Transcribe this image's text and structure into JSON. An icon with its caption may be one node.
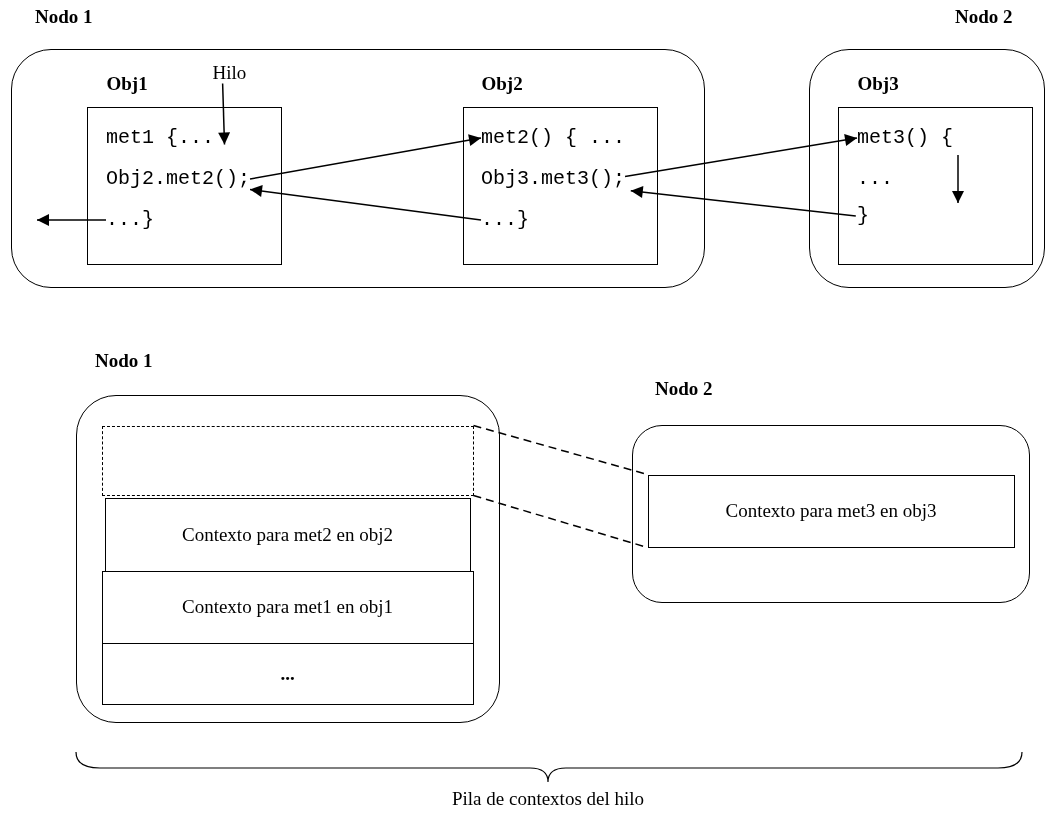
{
  "diagram": {
    "nodes": [
      {
        "text": [
          "Nodo 1"
        ]
      },
      {
        "text": [
          "Obj1"
        ],
        "in": 0
      },
      {
        "text": [
          "met1 {..."
        ],
        "in": 1
      },
      {
        "text": [
          "Obj2.met2();"
        ],
        "in": 1
      },
      {
        "text": [
          "...}"
        ],
        "in": 1
      },
      {
        "text": [
          "Obj2"
        ],
        "in": 0
      },
      {
        "text": [
          "met2() { ..."
        ],
        "in": 5
      },
      {
        "text": [
          "Obj3.met3();"
        ],
        "in": 5
      },
      {
        "text": [
          "...}"
        ],
        "in": 5
      },
      {
        "text": [
          "Nodo 2"
        ]
      },
      {
        "text": [
          "Obj3"
        ],
        "in": 9
      },
      {
        "text": [
          "met3() {"
        ],
        "in": 10
      },
      {
        "text": [
          "..."
        ],
        "in": 10
      },
      {
        "text": [
          "}"
        ],
        "in": 10
      },
      {
        "text": [
          "Hilo"
        ],
        "in": 0
      },
      {
        "text": [
          "Nodo 1"
        ]
      },
      {
        "text": [],
        "shape": "box",
        "in": 15
      },
      {
        "text": [
          "Contexto para met2 en obj2"
        ],
        "in": 15
      },
      {
        "text": [
          "Contexto para met1 en obj1"
        ],
        "in": 15
      },
      {
        "text": [
          "..."
        ],
        "in": 15
      },
      {
        "text": [
          "Nodo 2"
        ]
      },
      {
        "text": [
          "Contexto para met3 en obj3"
        ],
        "in": 20
      }
    ],
    "edges": [
      {
        "from": 14,
        "to": 2,
        "arrow": "to"
      },
      {
        "from": 3,
        "to": 6,
        "arrow": "to"
      },
      {
        "from": 7,
        "to": 11,
        "arrow": "to"
      },
      {
        "from": 13,
        "to": 7,
        "arrow": "to"
      },
      {
        "from": 8,
        "to": 3,
        "arrow": "to"
      },
      {
        "from": 4,
        "to": null,
        "arrow": "to"
      },
      {
        "from": 16,
        "to": 21,
        "arrow": "none",
        "style": "dashed"
      },
      {
        "from": 16,
        "to": 21,
        "arrow": "none",
        "style": "dashed"
      }
    ],
    "labels": [
      "Pila de contextos del hilo"
    ]
  }
}
